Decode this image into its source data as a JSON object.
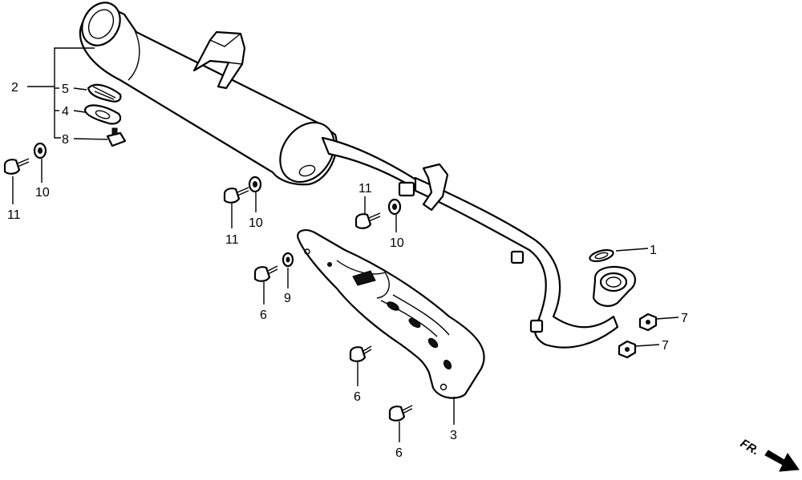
{
  "callouts": {
    "c1": "1",
    "c2": "2",
    "c3": "3",
    "c4": "4",
    "c5": "5",
    "c6a": "6",
    "c6b": "6",
    "c6c": "6",
    "c7a": "7",
    "c7b": "7",
    "c8": "8",
    "c9": "9",
    "c10a": "10",
    "c10b": "10",
    "c10c": "10",
    "c11a": "11",
    "c11b": "11",
    "c11c": "11"
  },
  "direction_marker": {
    "label": "FR.",
    "icon": "arrow-right-down-icon"
  }
}
